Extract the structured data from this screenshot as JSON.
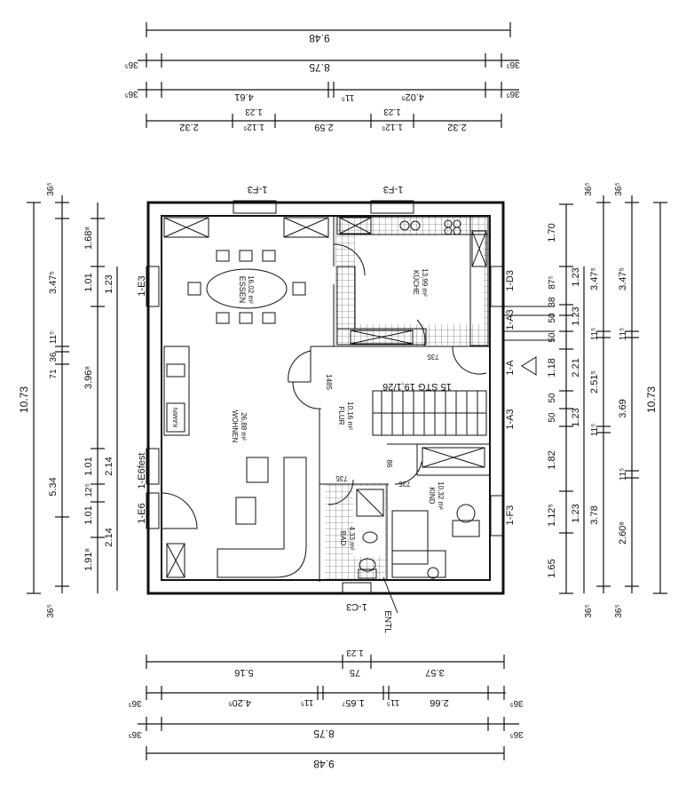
{
  "dimensions": {
    "top": {
      "overall": "9.48",
      "inner": "8.75",
      "ends": [
        "36⁵",
        "36⁵",
        "36⁵",
        "36⁵"
      ],
      "row3": [
        "4.61",
        "11⁵",
        "4.02⁵"
      ],
      "row4": [
        "2.32",
        "1.12⁵",
        "2.59",
        "1.12⁵",
        "2.32"
      ],
      "openings": [
        "1.23",
        "1.23"
      ]
    },
    "bottom": {
      "row1": [
        "5.16",
        "75",
        "3.57"
      ],
      "opening": "1.23",
      "row2": [
        "4.20⁵",
        "11⁵",
        "1.65⁷",
        "11⁵",
        "2.66"
      ],
      "ends": [
        "36⁵",
        "36⁵",
        "36⁵",
        "36⁵"
      ],
      "inner": "8.75",
      "overall": "9.48"
    },
    "left": {
      "overall": "10.73",
      "ends": [
        "36⁵",
        "36⁵"
      ],
      "col2": [
        "3.47⁵",
        "11⁵",
        "71",
        "36",
        "5.34",
        "12⁵",
        "1.91⁸"
      ],
      "col3": [
        "1.68⁸",
        "1.01",
        "3.96⁸",
        "1.01",
        "1.01",
        "2.14"
      ],
      "col4": [
        "1.23",
        "2.14"
      ]
    },
    "right": {
      "overall": "10.73",
      "ends": [
        "36⁵",
        "36⁵",
        "36⁵",
        "36⁵"
      ],
      "col1": [
        "1.70",
        "87⁵",
        "38",
        "50",
        "50",
        "1.18",
        "50",
        "50",
        "1.82",
        "1.12⁵",
        "1.65"
      ],
      "col2": [
        "1.23",
        "1.23",
        "2.21",
        "1.23",
        "1.23"
      ],
      "col3": [
        "3.47⁵",
        "11⁵",
        "2.51⁵",
        "11⁵",
        "3.78"
      ],
      "col4": [
        "3.47⁵",
        "11⁵",
        "3.69",
        "11⁵",
        "2.60⁸"
      ]
    }
  },
  "windows": {
    "top_left": "1-F3",
    "top_right": "1-F3",
    "left_upper": "1-E3",
    "left_mid": "1-E6fest",
    "left_low": "1-E6",
    "right_upper": "1-D3",
    "right_a3_1": "1-A3",
    "right_a": "1-A",
    "right_a3_2": "1-A3",
    "right_low": "1-F3",
    "bottom": "1-C3"
  },
  "rooms": [
    {
      "name": "ESSEN",
      "area": "16,02 m²"
    },
    {
      "name": "KÜCHE",
      "area": "13,99 m²"
    },
    {
      "name": "WOHNEN",
      "area": "26,88 m²"
    },
    {
      "name": "FLUR",
      "area": "10,16 m²"
    },
    {
      "name": "KIND",
      "area": "10,32 m²"
    },
    {
      "name": "BAD",
      "area": "4,33 m²"
    }
  ],
  "labels": {
    "kamin": "KAMIN",
    "stairs": "15 STG 19,1/26",
    "entrance": "ENTL",
    "door_735_1": "735",
    "door_735_2": "735",
    "door_735_3": "735",
    "door_1485": "1485",
    "door_86": "86"
  }
}
